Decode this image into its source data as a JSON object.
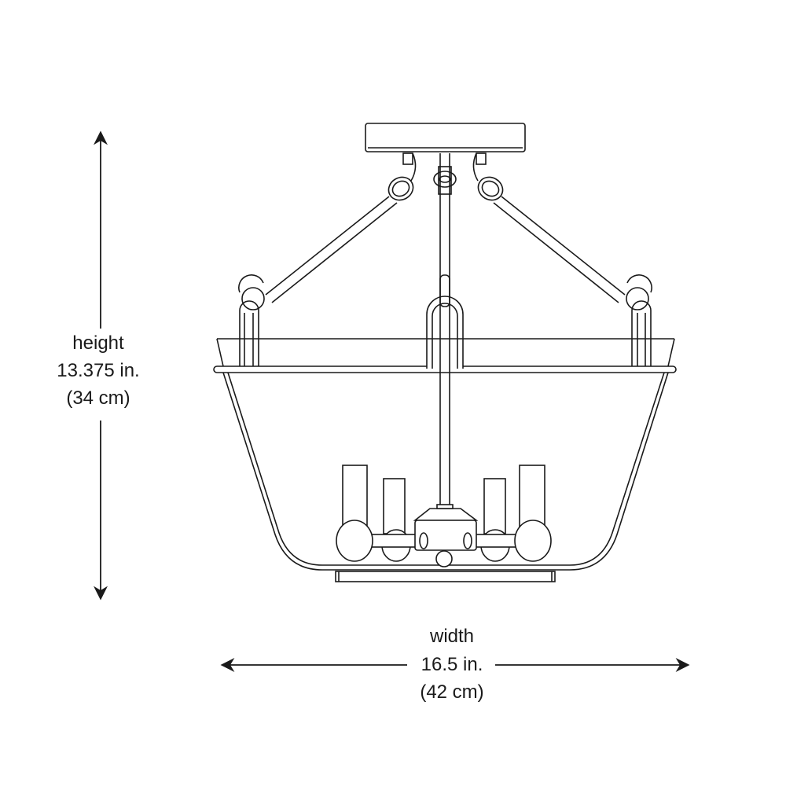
{
  "height_dimension": {
    "label": "height",
    "imperial": "13.375 in.",
    "metric": "(34 cm)"
  },
  "width_dimension": {
    "label": "width",
    "imperial": "16.5 in.",
    "metric": "(42 cm)"
  },
  "colors": {
    "line": "#1a1a1a",
    "background": "#ffffff"
  }
}
